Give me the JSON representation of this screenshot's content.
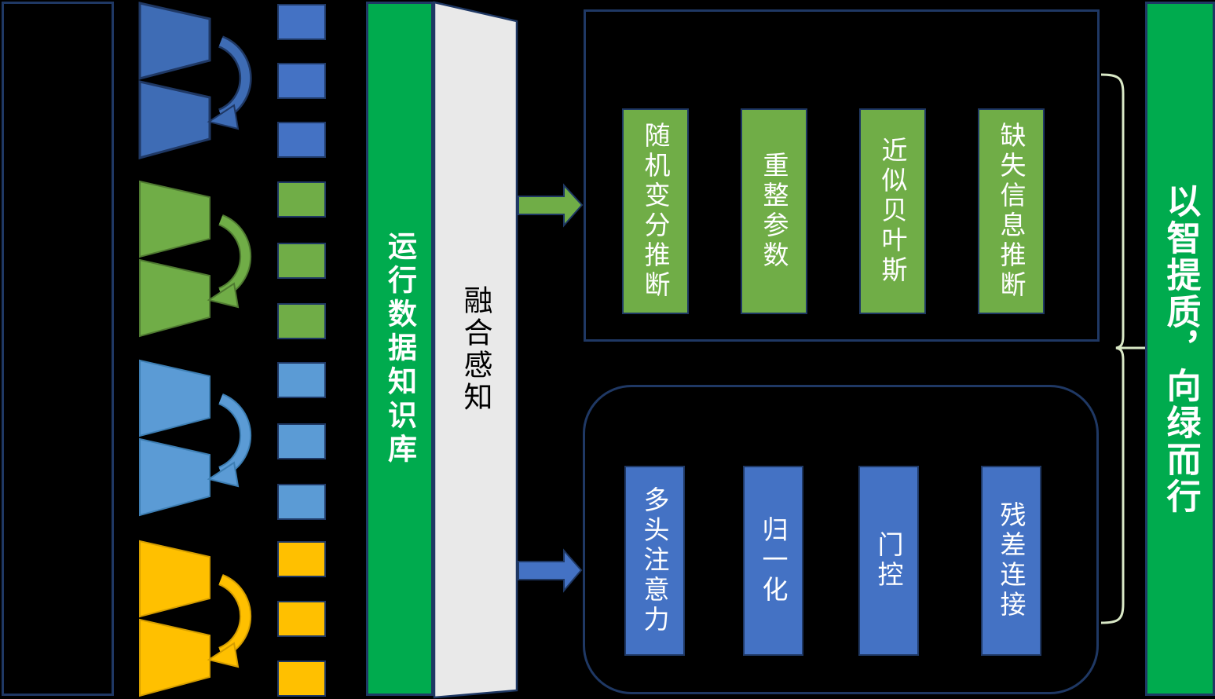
{
  "colors": {
    "background": "#000000",
    "outline_navy": "#1F3864",
    "series_dark_blue": "#3E6CB5",
    "series_blue": "#4472C4",
    "series_green": "#70AD47",
    "series_light_blue": "#5B9BD5",
    "series_yellow": "#FFC000",
    "bar_green": "#00AB4E",
    "fusion_gray": "#E9E9E9",
    "brace_pale_green": "#D9E8C6"
  },
  "encoder_stack": {
    "groups": [
      {
        "icon": "trapezoid-pair-with-cycle-arrow-icon",
        "color": "#3E6CB5"
      },
      {
        "icon": "trapezoid-pair-with-cycle-arrow-icon",
        "color": "#70AD47"
      },
      {
        "icon": "trapezoid-pair-with-cycle-arrow-icon",
        "color": "#5B9BD5"
      },
      {
        "icon": "trapezoid-pair-with-cycle-arrow-icon",
        "color": "#FFC000"
      }
    ]
  },
  "data_squares": {
    "per_group": 3,
    "group_colors": [
      "#4472C4",
      "#70AD47",
      "#5B9BD5",
      "#FFC000"
    ]
  },
  "knowledge_base_bar": {
    "label": "运行数据知识库"
  },
  "fusion_shape": {
    "label": "融合感知"
  },
  "flow_arrows": [
    {
      "name": "fusion-to-top-box-arrow",
      "color": "#70AD47"
    },
    {
      "name": "fusion-to-bottom-box-arrow",
      "color": "#4472C4"
    }
  ],
  "top_box": {
    "items": [
      {
        "label": "随机变分推断"
      },
      {
        "label": "重整参数"
      },
      {
        "label": "近似贝叶斯"
      },
      {
        "label": "缺失信息推断"
      }
    ]
  },
  "bottom_box": {
    "items": [
      {
        "label": "多头注意力"
      },
      {
        "label": "归一化"
      },
      {
        "label": "门控"
      },
      {
        "label": "残差连接"
      }
    ]
  },
  "goal_bar": {
    "label": "以智提质，向绿而行"
  }
}
